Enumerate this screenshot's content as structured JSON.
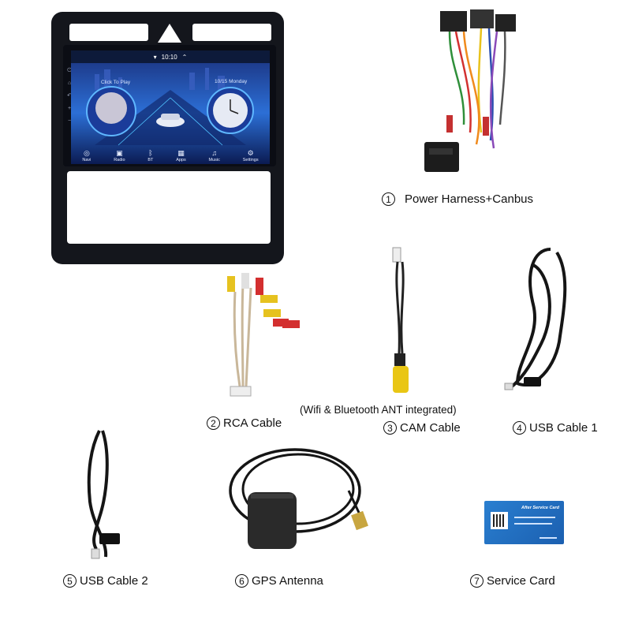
{
  "head_unit": {
    "status_time": "10:10",
    "click_to_play": "Click To Play",
    "date_label": "10/15 Monday",
    "dock": [
      {
        "label": "Navi",
        "icon": "navigation-icon"
      },
      {
        "label": "Radio",
        "icon": "radio-icon"
      },
      {
        "label": "BT",
        "icon": "bluetooth-icon"
      },
      {
        "label": "Apps",
        "icon": "apps-icon"
      },
      {
        "label": "Music",
        "icon": "music-icon"
      },
      {
        "label": "Settings",
        "icon": "settings-icon"
      }
    ]
  },
  "items": [
    {
      "num": "1",
      "label": "Power Harness+Canbus"
    },
    {
      "num": "2",
      "label": "RCA Cable"
    },
    {
      "num": "3",
      "label": "CAM Cable"
    },
    {
      "num": "4",
      "label": "USB Cable 1"
    },
    {
      "num": "5",
      "label": "USB Cable 2"
    },
    {
      "num": "6",
      "label": "GPS Antenna"
    },
    {
      "num": "7",
      "label": "Service Card"
    }
  ],
  "note": "(Wifi & Bluetooth ANT integrated)",
  "service_card_title": "After Service Card"
}
